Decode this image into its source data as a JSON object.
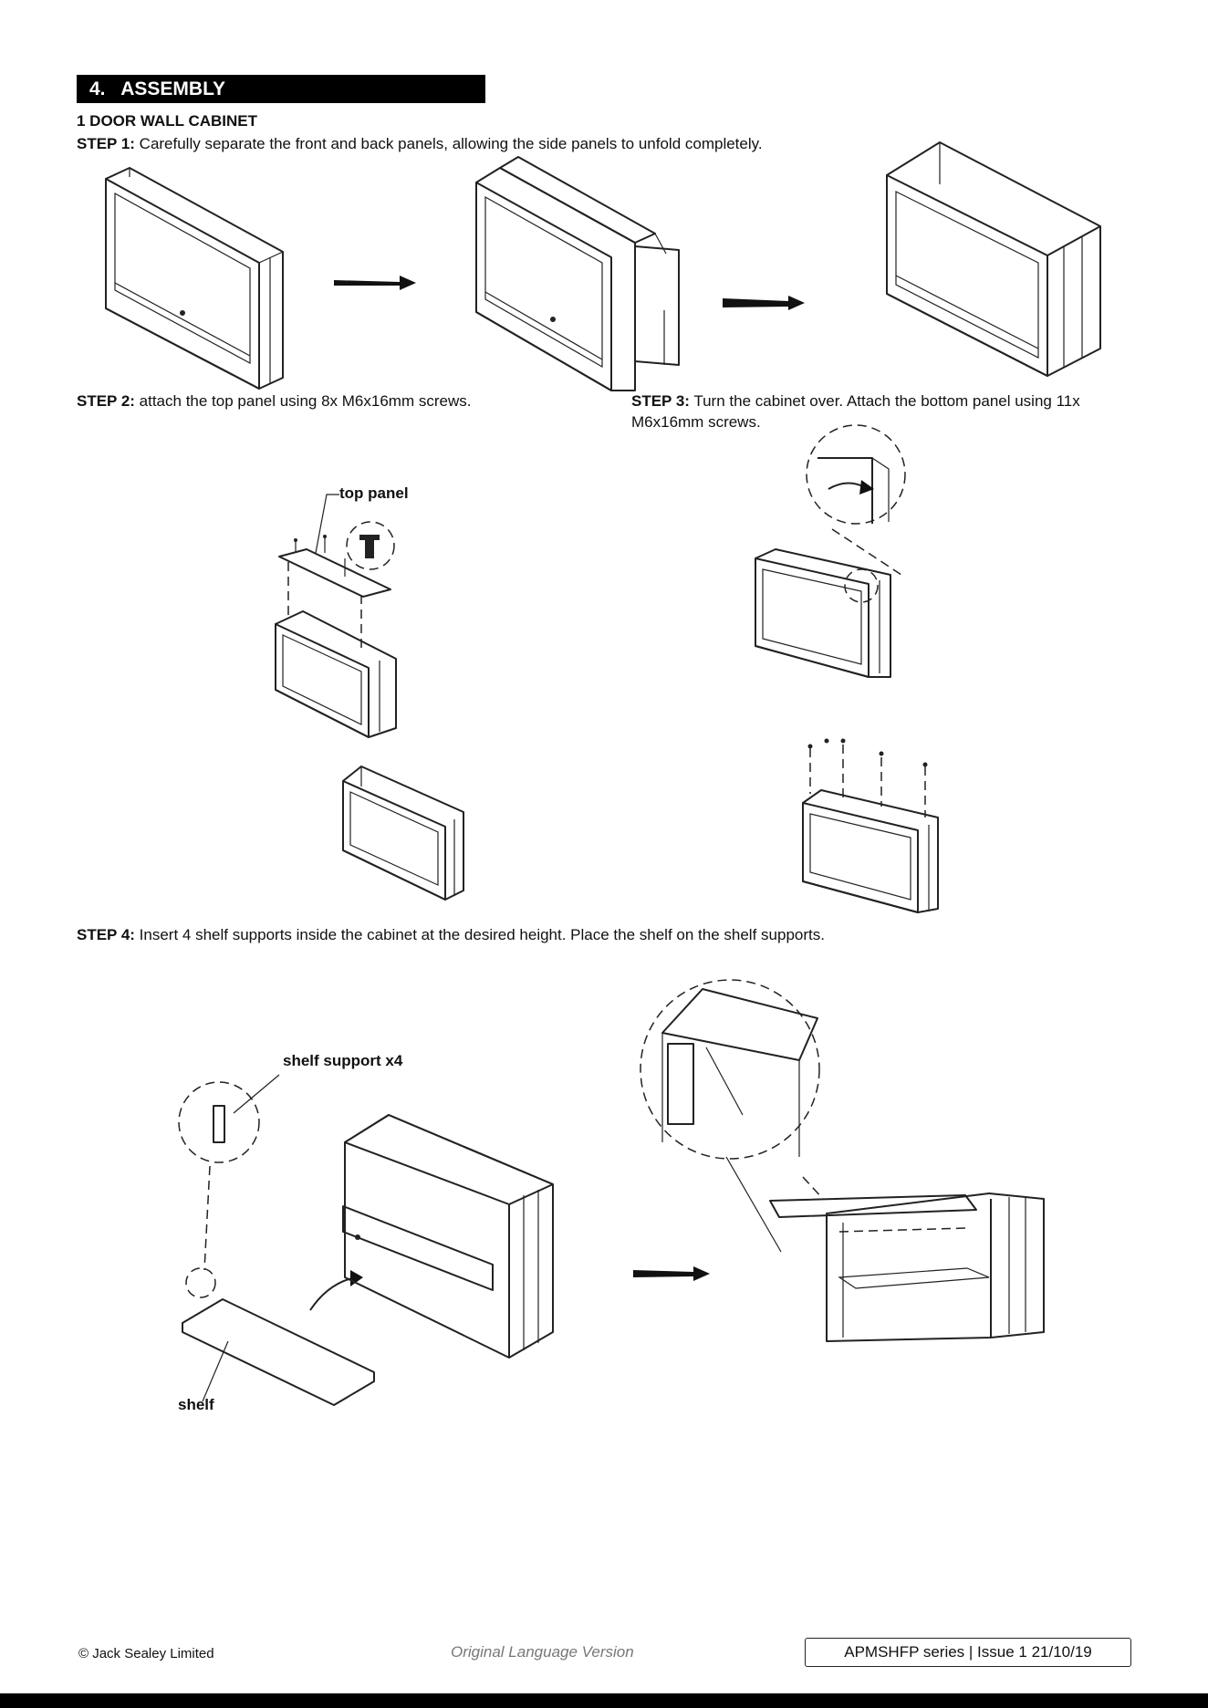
{
  "section": {
    "number": "4.",
    "title": "ASSEMBLY"
  },
  "subtitle": "1 DOOR WALL CABINET",
  "steps": [
    {
      "label": "STEP 1:",
      "text": " Carefully separate the front and back panels, allowing the side panels to unfold completely."
    },
    {
      "label": "STEP 2:",
      "text": " attach the top panel using 8x M6x16mm screws."
    },
    {
      "label": "STEP 3:",
      "text": " Turn the cabinet over. Attach the bottom panel using 11x M6x16mm screws."
    },
    {
      "label": "STEP 4:",
      "text": " Insert 4 shelf supports inside the cabinet at the desired height. Place the shelf on the shelf supports."
    }
  ],
  "callouts": {
    "top_panel": "top panel",
    "shelf_support": "shelf support x4",
    "shelf": "shelf"
  },
  "footer": {
    "copyright": "© Jack Sealey Limited",
    "language": "Original Language Version",
    "model_info": "APMSHFP series | Issue 1   21/10/19"
  }
}
